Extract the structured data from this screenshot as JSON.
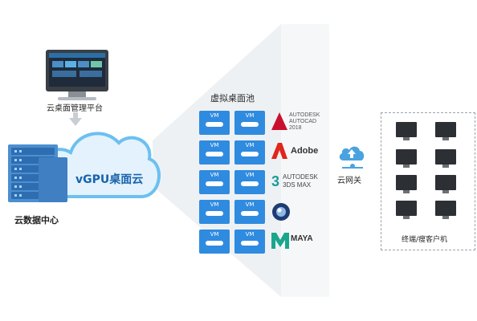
{
  "management_platform": {
    "label": "云桌面管理平台"
  },
  "cloud": {
    "label": "vGPU桌面云"
  },
  "datacenter": {
    "label": "云数据中心"
  },
  "virtual_desktop": {
    "title": "虚拟桌面池",
    "vm_label": "VM",
    "apps": [
      {
        "name": "AUTODESK AUTOCAD 2018",
        "lines": [
          "AUTODESK",
          "AUTOCAD",
          "2018"
        ],
        "color": "#c8102e"
      },
      {
        "name": "Adobe",
        "lines": [
          "Adobe"
        ],
        "color": "#e1251b"
      },
      {
        "name": "AUTODESK 3DS MAX",
        "lines": [
          "AUTODESK",
          "3DS MAX"
        ],
        "color": "#1a9a9a"
      },
      {
        "name": "Cinema 4D",
        "lines": [],
        "color": "#1f3b73"
      },
      {
        "name": "MAYA",
        "lines": [
          "MAYA"
        ],
        "color": "#1aa68c"
      }
    ]
  },
  "gateway": {
    "label": "云网关"
  },
  "terminals": {
    "label": "终端/瘦客户机"
  },
  "colors": {
    "accent": "#2f8be0",
    "cloud": "#6cc0ef",
    "cone": "#e9edf1"
  }
}
